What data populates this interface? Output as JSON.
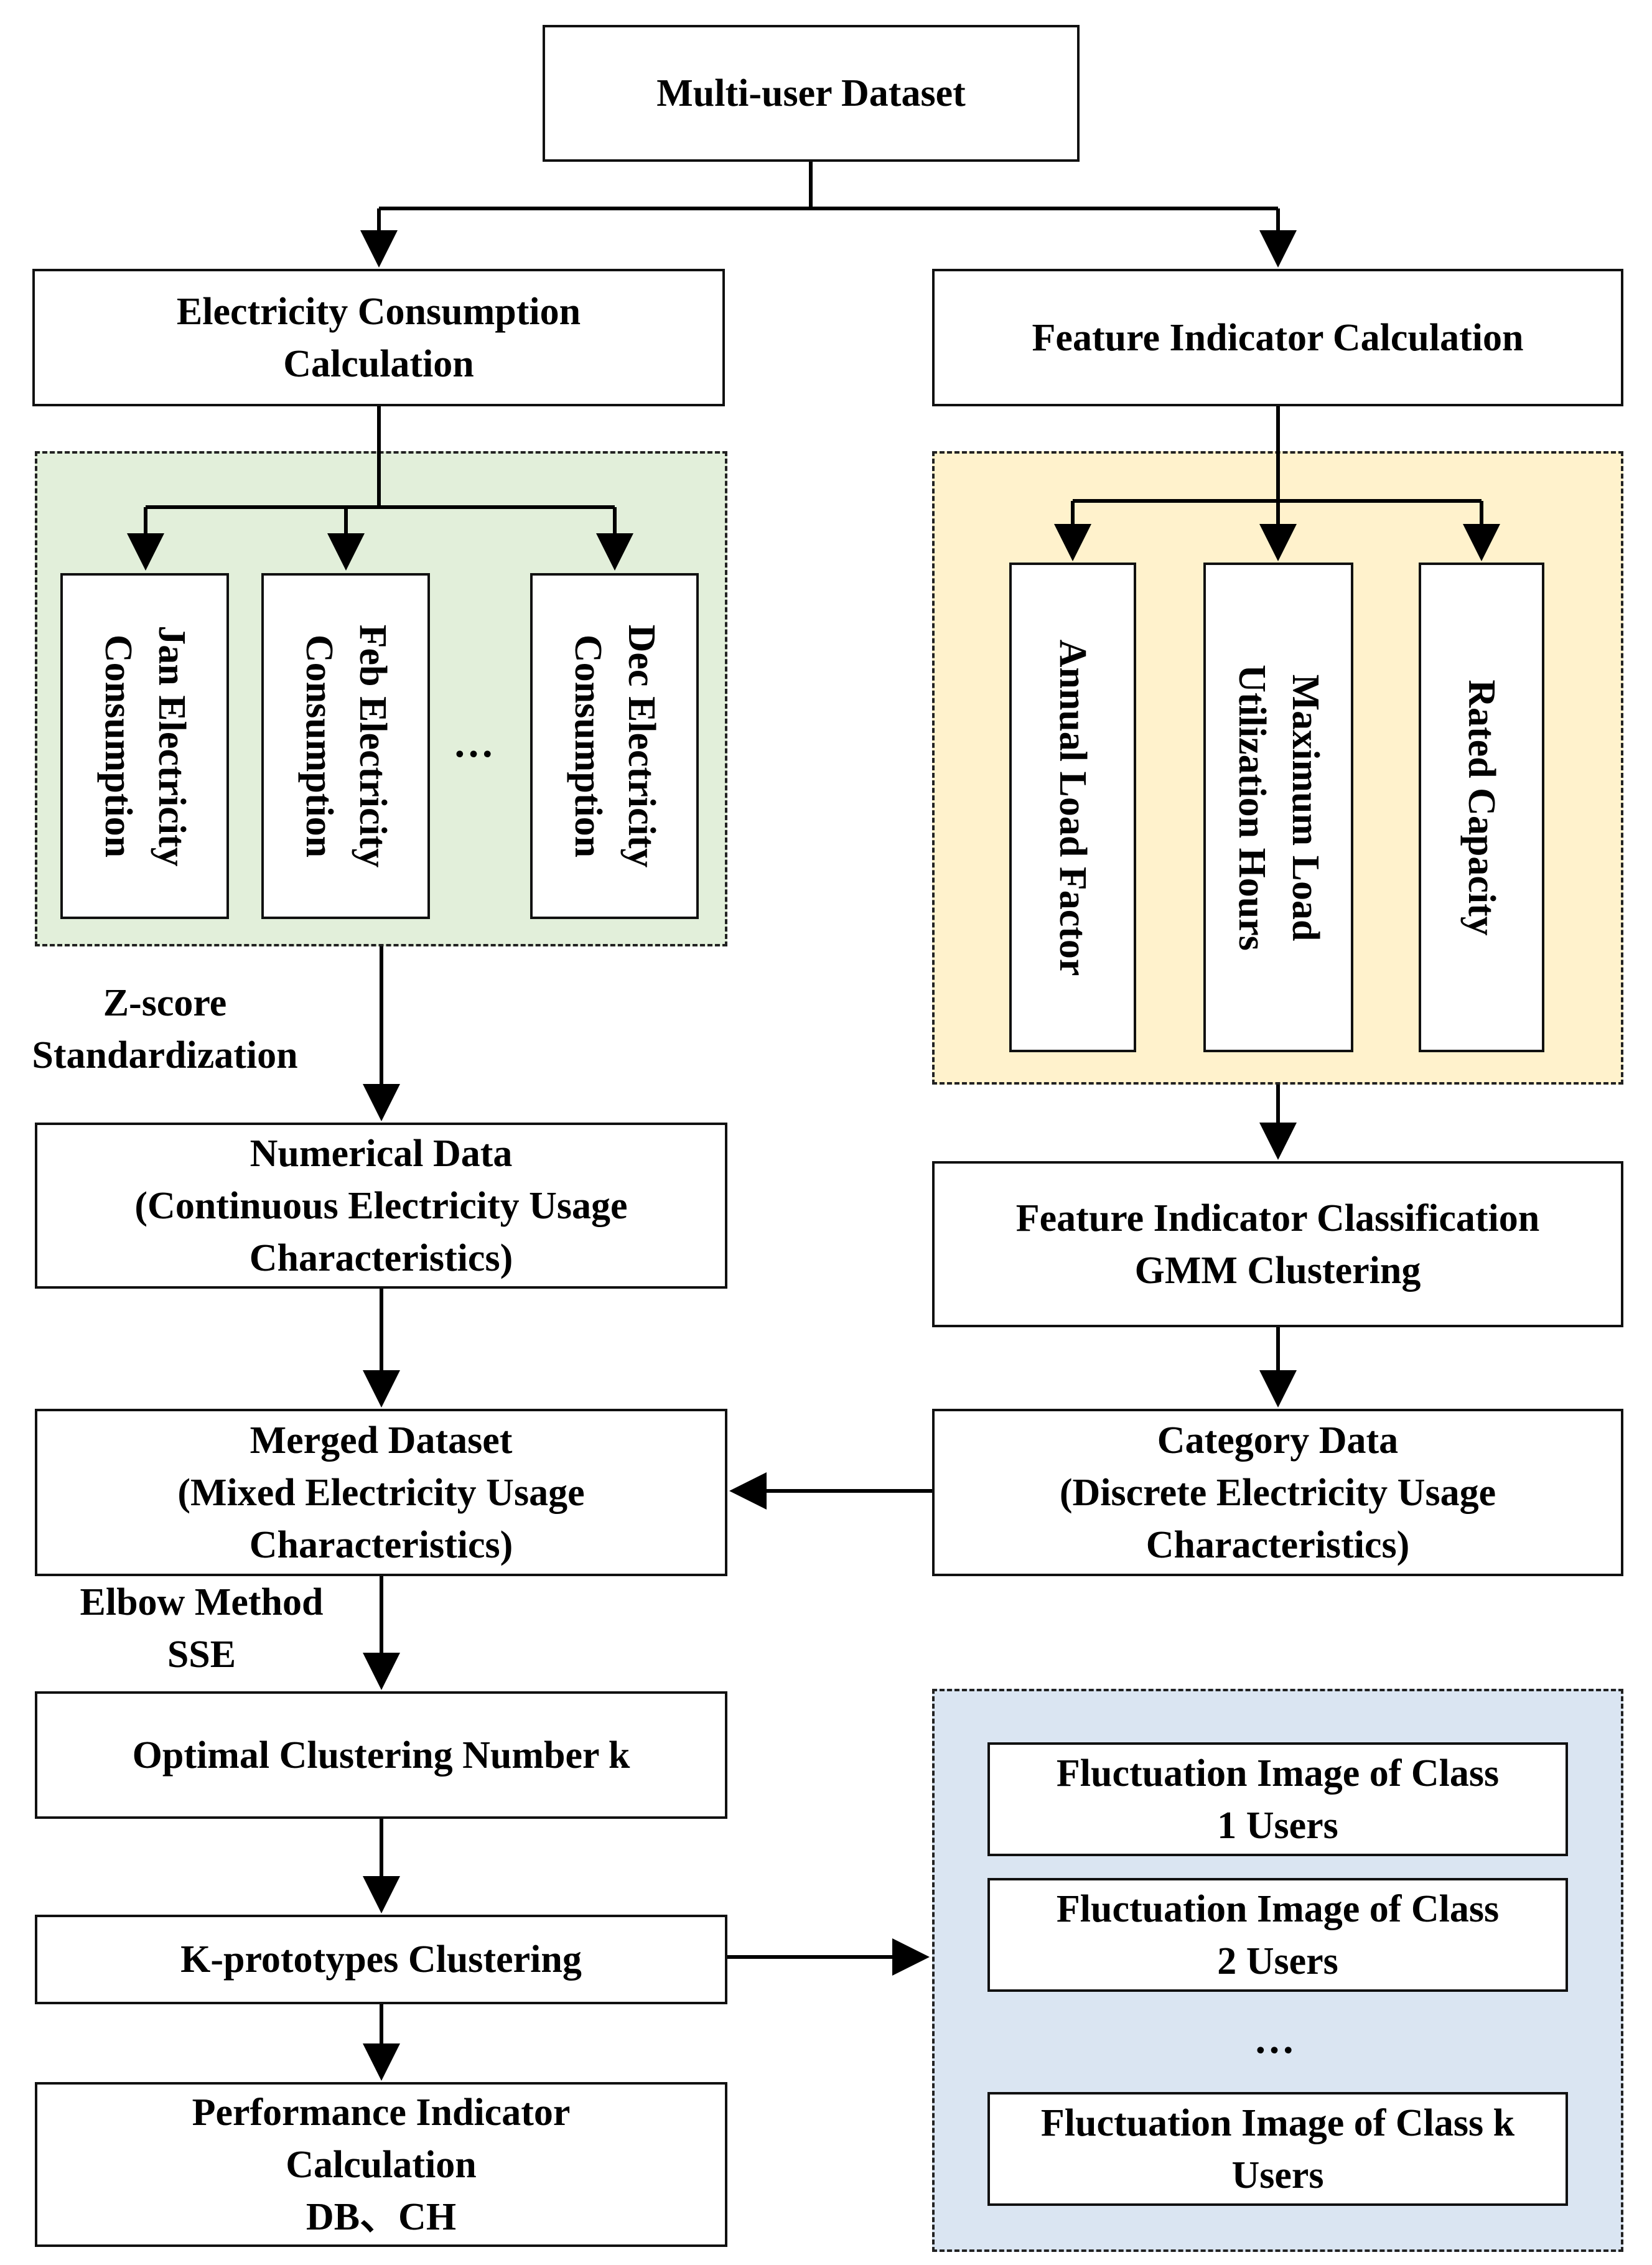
{
  "nodes": {
    "dataset": "Multi-user Dataset",
    "elec_calc": "Electricity Consumption\nCalculation",
    "feat_calc": "Feature Indicator Calculation",
    "month_jan": "Jan Electricity\nConsumption",
    "month_feb": "Feb Electricity\nConsumption",
    "month_ellipsis": "…",
    "month_dec": "Dec Electricity\nConsumption",
    "annual_load": "Annual Load Factor",
    "max_load": "Maximum Load\nUtilization Hours",
    "rated_cap": "Rated Capacity",
    "numerical": "Numerical Data\n(Continuous Electricity Usage\nCharacteristics)",
    "feat_class": "Feature Indicator Classification\nGMM Clustering",
    "merged": "Merged Dataset\n(Mixed Electricity Usage\nCharacteristics)",
    "category": "Category Data\n(Discrete Electricity Usage\nCharacteristics)",
    "optimal_k": "Optimal Clustering Number k",
    "kproto": "K-prototypes Clustering",
    "perf": "Performance Indicator\nCalculation\nDB、CH",
    "fluct_1": "Fluctuation Image of Class\n1 Users",
    "fluct_2": "Fluctuation Image of Class\n2 Users",
    "fluct_ellipsis": "…",
    "fluct_k": "Fluctuation Image of Class k\nUsers"
  },
  "edge_labels": {
    "zscore": "Z-score\nStandardization",
    "elbow": "Elbow Method\nSSE"
  },
  "colors": {
    "green_region": "#e2efda",
    "yellow_region": "#fff2cc",
    "blue_region": "#dae5f2",
    "line": "#000000"
  }
}
